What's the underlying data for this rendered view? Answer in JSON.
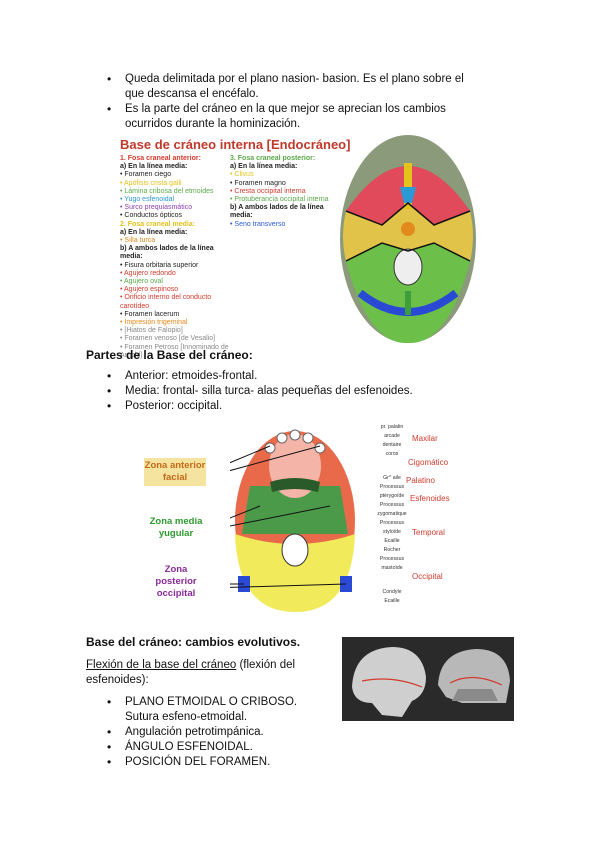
{
  "intro_bullets": [
    "Queda delimitada por el plano nasion- basion. Es el plano sobre el que descansa el encéfalo.",
    "Es la parte del cráneo en la que mejor se aprecian los cambios ocurridos durante la hominización."
  ],
  "fig1": {
    "title": "Base de cráneo interna [Endocráneo]",
    "col1": [
      {
        "t": "1.  Fosa craneal anterior:",
        "c": "#d23b2e",
        "b": true
      },
      {
        "t": "a) En la línea media:",
        "c": "#222",
        "b": true
      },
      {
        "t": "•  Foramen ciego",
        "c": "#222"
      },
      {
        "t": "•  Apófisis crista galli",
        "c": "#e3c21c"
      },
      {
        "t": "•  Lámina cribosa del etmoides",
        "c": "#5aa84a"
      },
      {
        "t": "•  Yugo esfenoidal",
        "c": "#2a9ad6"
      },
      {
        "t": "•  Surco prequiasmático",
        "c": "#8a3fb0"
      },
      {
        "t": "•  Conductos ópticos",
        "c": "#222"
      },
      {
        "t": "2.  Fosa craneal media:",
        "c": "#e3c21c",
        "b": true
      },
      {
        "t": "a) En la línea media:",
        "c": "#222",
        "b": true
      },
      {
        "t": "•  Silla turca",
        "c": "#e38a1c"
      },
      {
        "t": "b) A ambos lados de la línea media:",
        "c": "#222",
        "b": true
      },
      {
        "t": "•  Fisura orbitaria superior",
        "c": "#222"
      },
      {
        "t": "•  Agujero redondo",
        "c": "#d23b2e"
      },
      {
        "t": "•  Agujero oval",
        "c": "#5aa84a"
      },
      {
        "t": "•  Agujero espinoso",
        "c": "#d23b2e"
      },
      {
        "t": "•  Orificio interno del conducto carotídeo",
        "c": "#d23b2e"
      },
      {
        "t": "•  Foramen lacerum",
        "c": "#222"
      },
      {
        "t": "•  Impresión trigeminal",
        "c": "#e38a1c"
      },
      {
        "t": "•  [Hiatos de Falopio]",
        "c": "#888"
      },
      {
        "t": "•  Foramen venoso [de Vesalio]",
        "c": "#888"
      },
      {
        "t": "•  Foramen Petroso [Innominado de Arnold]",
        "c": "#888"
      }
    ],
    "col2": [
      {
        "t": "3.  Fosa craneal posterior:",
        "c": "#5aa84a",
        "b": true
      },
      {
        "t": "a) En la línea media:",
        "c": "#222",
        "b": true
      },
      {
        "t": "•  Clivus",
        "c": "#e3c21c"
      },
      {
        "t": "•  Foramen magno",
        "c": "#222"
      },
      {
        "t": "•  Cresta occipital interna",
        "c": "#d23b2e"
      },
      {
        "t": "•  Protuberancia occipital interna",
        "c": "#5aa84a"
      },
      {
        "t": "b) A ambos lados de la línea media:",
        "c": "#222",
        "b": true
      },
      {
        "t": "•  Seno transverso",
        "c": "#2a5ad6"
      }
    ]
  },
  "section_parts": {
    "heading": "Partes de la Base del cráneo:",
    "bullets": [
      "Anterior: etmoides-frontal.",
      "Media: frontal- silla turca- alas pequeñas del esfenoides.",
      "Posterior: occipital."
    ]
  },
  "fig2": {
    "zone_anterior": [
      "Zona anterior",
      "facial"
    ],
    "zone_media": [
      "Zona media",
      "yugular"
    ],
    "zone_posterior": [
      "Zona",
      "posterior",
      "occipital"
    ],
    "right_labels": [
      "pr. palatin",
      "arcade",
      "dentaire",
      "coros",
      "Gr^ aile",
      "Processus",
      "ptérygoïde",
      "Processus",
      "zygomatique",
      "Processus",
      "styloïde",
      "Ecaille",
      "Rocher",
      "Processus",
      "mastoïde",
      "Condyle",
      "Ecaille"
    ],
    "bones": [
      "Maxilar",
      "Cigomático",
      "Palatino",
      "Esfenoides",
      "Temporal",
      "Occipital"
    ]
  },
  "section_evol": {
    "heading": "Base del cráneo: cambios evolutivos.",
    "flex_link": "Flexión de la base del cráneo",
    "flex_rest": " (flexión del esfenoides):",
    "bullets": [
      "PLANO ETMOIDAL O CRIBOSO. Sutura esfeno-etmoidal.",
      "Angulación petrotimpánica.",
      "ÁNGULO ESFENOIDAL.",
      "POSICIÓN DEL FORAMEN."
    ]
  },
  "colors": {
    "red": "#d23b2e",
    "green": "#3e9a3a",
    "purple": "#8a2a9a",
    "yellow": "#e8d83a"
  }
}
